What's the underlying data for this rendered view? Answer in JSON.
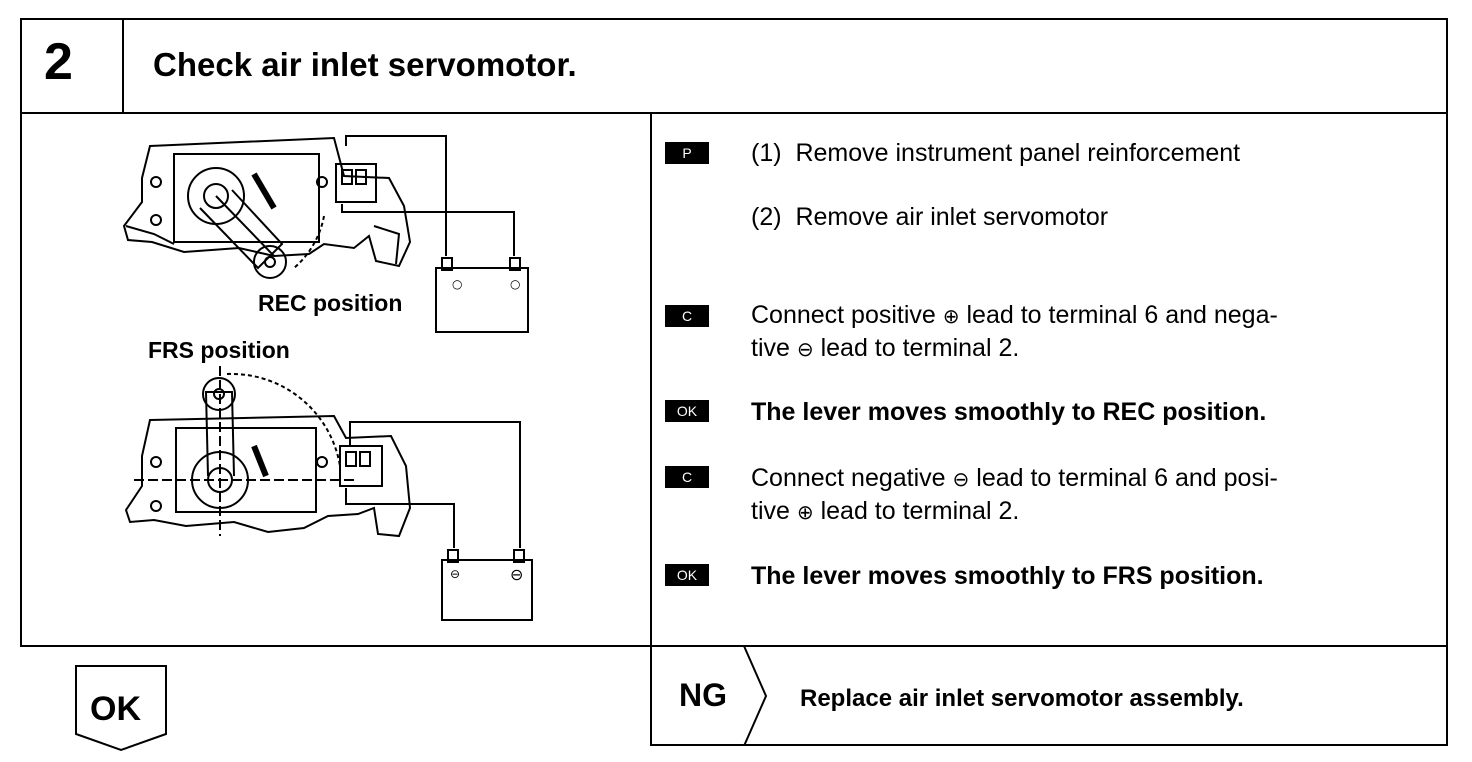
{
  "header": {
    "step_number": "2",
    "title": "Check air inlet servomotor."
  },
  "illustration": {
    "rec_label": "REC position",
    "frs_label": "FRS position",
    "icons": [
      "servomotor-diagram",
      "battery-icon"
    ]
  },
  "steps": [
    {
      "tag": "P",
      "lines": [
        "(1)  Remove instrument panel reinforcement"
      ]
    },
    {
      "tag": "",
      "lines": [
        "(2)  Remove air inlet servomotor"
      ]
    },
    {
      "tag": "C",
      "line1_a": "Connect positive",
      "line1_sym": "⊕",
      "line1_b": "lead to terminal 6 and nega-",
      "line2_a": "tive",
      "line2_sym": "⊖",
      "line2_b": "lead to terminal 2."
    },
    {
      "tag": "OK",
      "text": "The lever moves smoothly to REC position."
    },
    {
      "tag": "C",
      "line1_a": "Connect negative",
      "line1_sym": "⊖",
      "line1_b": "lead to terminal 6 and posi-",
      "line2_a": "tive",
      "line2_sym": "⊕",
      "line2_b": "lead to terminal 2."
    },
    {
      "tag": "OK",
      "text": "The lever moves smoothly to FRS position."
    }
  ],
  "ok_box": {
    "label": "OK"
  },
  "ng_box": {
    "label": "NG",
    "text": "Replace air inlet servomotor assembly."
  }
}
